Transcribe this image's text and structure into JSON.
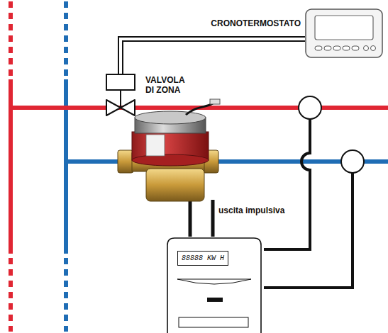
{
  "diagram": {
    "nodes": [
      {
        "text": [
          "CRONOTERMOSTATO"
        ]
      },
      {
        "text": [
          "VALVOLA DI ZONA"
        ]
      },
      {
        "text": [
          "88888 KW H"
        ]
      }
    ],
    "edges": [
      {
        "from": 0,
        "to": 1,
        "arrow": "none"
      }
    ],
    "labels": [
      "uscita impulsiva"
    ]
  }
}
